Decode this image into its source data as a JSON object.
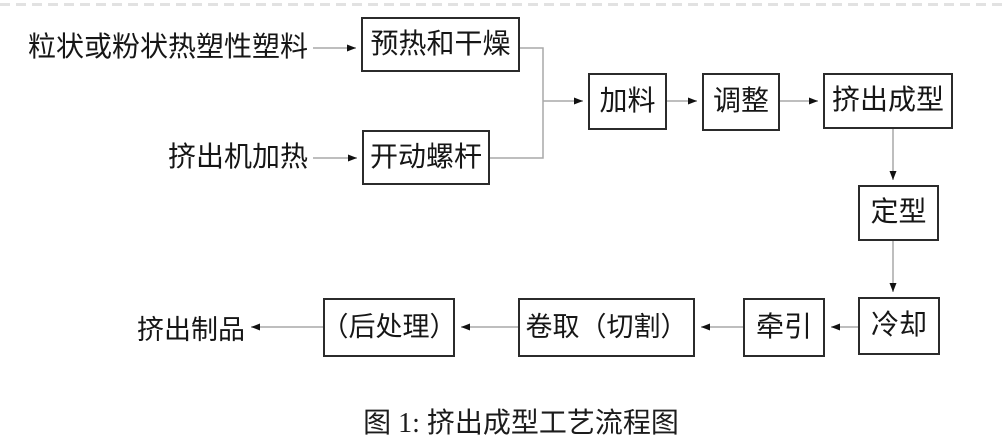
{
  "figure": {
    "caption": "图 1: 挤出成型工艺流程图"
  },
  "flowchart": {
    "labels": {
      "raw_material": "粒状或粉状热塑性塑料",
      "extruder_heating": "挤出机加热",
      "extruded_product": "挤出制品"
    },
    "boxes": {
      "preheat_dry": "预热和干燥",
      "start_screw": "开动螺杆",
      "feeding": "加料",
      "adjusting": "调整",
      "extrusion_molding": "挤出成型",
      "shaping": "定型",
      "cooling": "冷却",
      "traction": "牵引",
      "coiling_cutting": "卷取（切割）",
      "post_processing": "（后处理）"
    },
    "colors": {
      "box_border": "#2b2b2b",
      "connector_line": "#a9a9a9",
      "arrowhead": "#111111",
      "top_dashed_rule": "#e2e2e2",
      "background": "#ffffff",
      "text": "#161616"
    }
  }
}
